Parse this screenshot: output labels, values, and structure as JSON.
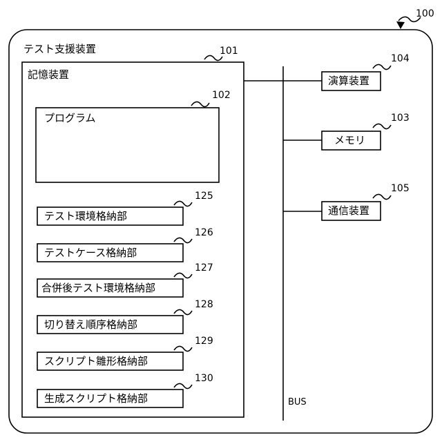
{
  "device": {
    "ref": "100",
    "title": "テスト支援装置"
  },
  "storage": {
    "ref": "101",
    "title": "記憶装置"
  },
  "program": {
    "ref": "102",
    "label": "プログラム"
  },
  "storage_units": [
    {
      "ref": "125",
      "label": "テスト環境格納部"
    },
    {
      "ref": "126",
      "label": "テストケース格納部"
    },
    {
      "ref": "127",
      "label": "合併後テスト環境格納部"
    },
    {
      "ref": "128",
      "label": "切り替え順序格納部"
    },
    {
      "ref": "129",
      "label": "スクリプト雛形格納部"
    },
    {
      "ref": "130",
      "label": "生成スクリプト格納部"
    }
  ],
  "bus": {
    "label": "BUS"
  },
  "components": [
    {
      "ref": "104",
      "label": "演算装置"
    },
    {
      "ref": "103",
      "label": "メモリ"
    },
    {
      "ref": "105",
      "label": "通信装置"
    }
  ]
}
